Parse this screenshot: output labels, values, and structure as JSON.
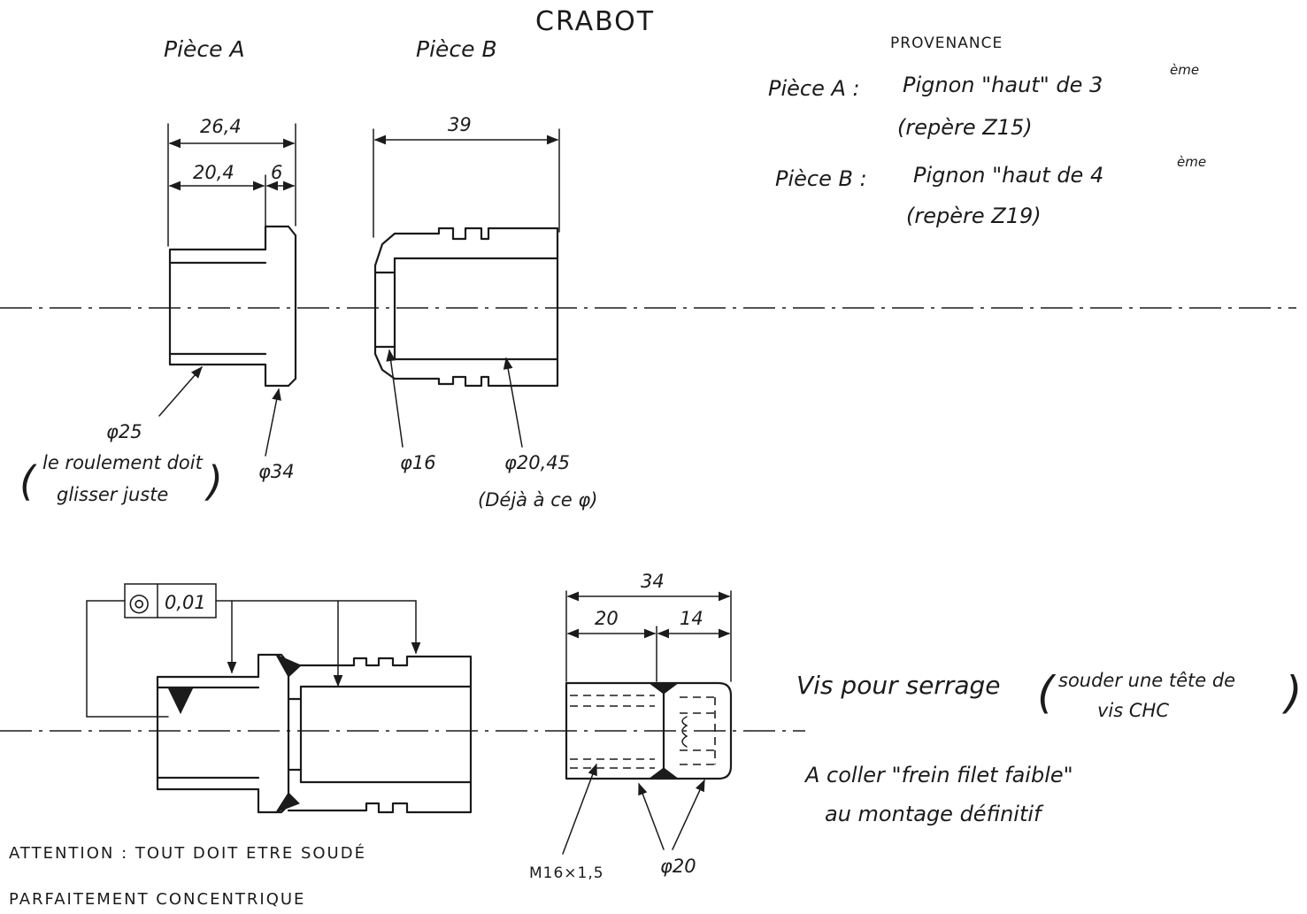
{
  "title": "CRABOT",
  "piece_a": {
    "label": "Pièce A",
    "dims": {
      "overall": "26,4",
      "body": "20,4",
      "collar": "6"
    },
    "bore_callout": "φ25",
    "bore_note_line1": "le roulement doit",
    "bore_note_line2": "glisser juste",
    "outer_callout": "φ34"
  },
  "piece_b": {
    "label": "Pièce B",
    "dims": {
      "overall": "39"
    },
    "small_bore_callout": "φ16",
    "bore_callout": "φ20,45",
    "bore_note": "(Déjà à ce φ)"
  },
  "provenance": {
    "heading": "PROVENANCE",
    "line_a_label": "Pièce A :",
    "line_a_text": "Pignon \"haut\" de 3",
    "line_a_sup": "ème",
    "line_a_ref": "(repère Z15)",
    "line_b_label": "Pièce B :",
    "line_b_text": "Pignon \"haut de 4",
    "line_b_sup": "ème",
    "line_b_ref": "(repère Z19)"
  },
  "assembly": {
    "tolerance_value": "0,01",
    "concentricity_symbol": "◎"
  },
  "screw": {
    "dims": {
      "overall": "34",
      "thread_len": "20",
      "head_len": "14"
    },
    "thread_callout": "M16×1,5",
    "diam_callout": "φ20",
    "note_line1": "Vis pour serrage",
    "note_paren1": "souder une tête de",
    "note_paren2": "vis CHC",
    "glue_line1": "A coller \"frein filet faible\"",
    "glue_line2": "au montage définitif"
  },
  "warning": {
    "line1": "ATTENTION : TOUT DOIT ETRE SOUDÉ",
    "line2": "PARFAITEMENT CONCENTRIQUE"
  }
}
